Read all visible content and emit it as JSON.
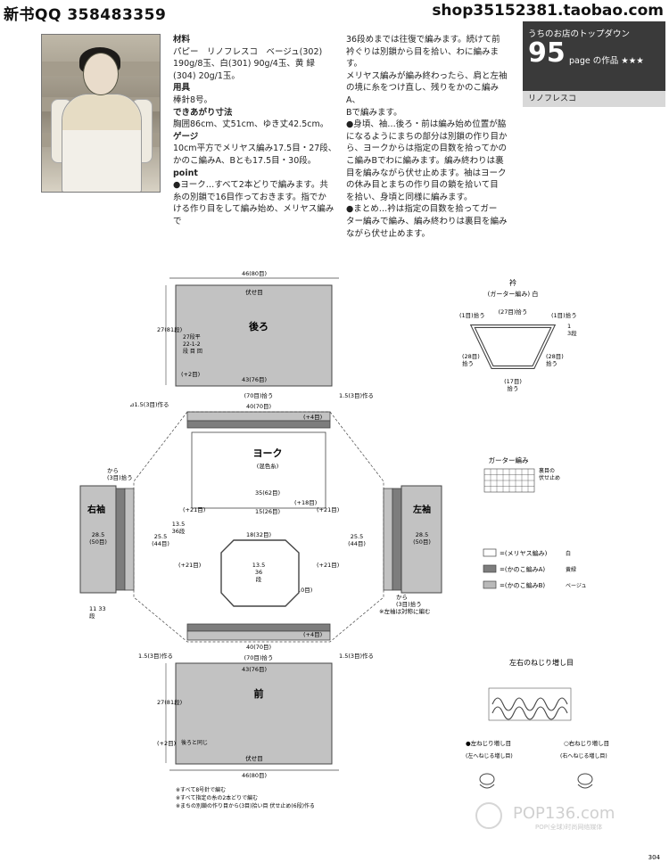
{
  "header": {
    "left": "新书QQ 358483359",
    "right": "shop35152381.taobao.com"
  },
  "badge": {
    "title": "うちのお店のトップダウン",
    "number": "95",
    "suffix": "page の作品 ★★★"
  },
  "strip": "リノフレスコ",
  "col1": [
    {
      "h": true,
      "t": "材料"
    },
    {
      "h": false,
      "t": "パピー　リノフレスコ　ベージュ(302)"
    },
    {
      "h": false,
      "t": "190g/8玉、白(301) 90g/4玉、黄 緑"
    },
    {
      "h": false,
      "t": "(304) 20g/1玉。"
    },
    {
      "h": true,
      "t": "用具"
    },
    {
      "h": false,
      "t": "棒針8号。"
    },
    {
      "h": true,
      "t": "できあがり寸法"
    },
    {
      "h": false,
      "t": "胸囲86cm、丈51cm、ゆき丈42.5cm。"
    },
    {
      "h": true,
      "t": "ゲージ"
    },
    {
      "h": false,
      "t": "10cm平方でメリヤス編み17.5目・27段、"
    },
    {
      "h": false,
      "t": "かのこ編みA、Bとも17.5目・30段。"
    },
    {
      "h": true,
      "t": "point"
    },
    {
      "h": false,
      "t": "●ヨーク…すべて2本どりで編みます。共"
    },
    {
      "h": false,
      "t": "糸の別鎖で16目作っておきます。指でか"
    },
    {
      "h": false,
      "t": "ける作り目をして編み始め、メリヤス編みで"
    }
  ],
  "col2": [
    "36段めまでは往復で編みます。続けて前",
    "衿ぐりは別鎖から目を拾い、わに編みます。",
    "メリヤス編みが編み終わったら、肩と左袖",
    "の境に糸をつけ直し、残りをかのこ編みA、",
    "Bで編みます。",
    "●身頃、袖…後ろ・前は編み始め位置が脇",
    "になるようにまちの部分は別鎖の作り目か",
    "ら、ヨークからは指定の目数を拾ってかの",
    "こ編みBでわに編みます。編み終わりは裏",
    "目を編みながら伏せ止めます。袖はヨーク",
    "の休み目とまちの作り目の鎖を拾いて目",
    "を拾い、身頃と同様に編みます。",
    "●まとめ…衿は指定の目数を拾ってガー",
    "ター編みで編み、編み終わりは裏目を編み",
    "ながら伏せ止めます。"
  ],
  "diagram": {
    "back": "後ろ",
    "front": "前",
    "yoke": "ヨーク",
    "yoke_sub": "(混色糸)",
    "right_sleeve": "右袖",
    "left_sleeve": "左袖",
    "back_top": "46(80目)",
    "back_bind": "伏せ目",
    "back_bottom": "43(76目)",
    "back_rows": "27(81段)",
    "back_note": "27段平\n22-1-2\n段 目 回",
    "plus2": "(+2目)",
    "pick70": "(70目)拾う",
    "w40": "40(70目)",
    "plus4": "(+4目)",
    "side15_left": "⊿1.5(3目)作る",
    "side15_right": "1.5(3目)作る",
    "h35": "35(62目)",
    "h15": "15(26目)",
    "h18": "18(32目)",
    "h135": "13.5\n36\n段",
    "plus18": "(+18目)",
    "plus21": "(+21目)",
    "plus10": "(+10目)",
    "sleeve_w": "28.5\n(50目)",
    "sleeve_255": "25.5\n(44目)",
    "sleeve_135": "13.5\n36段",
    "sleeve_from": "から\n(3目)拾う",
    "sleeve_11": "11 33\n段",
    "front_top": "46(80目)",
    "front_bottom": "43(76目)",
    "front_rows": "27(81段)",
    "front_note": "後ろと同じ",
    "plus2f": "(+2目)",
    "front_bind": "伏せ目",
    "mirror_note": "※左袖は対称に編む",
    "notes": "※すべて8号針で編む\n※すべて指定の糸の2本どりで編む\n※まちの別鎖の作り目から(3目)拾い目 伏せ止め(6段)作る"
  },
  "collar": {
    "title": "衿",
    "sub": "(ガーター編み) 白",
    "pick27": "(27目)拾う",
    "one_left": "(1目)拾う",
    "one_right": "(1目)拾う",
    "r28_left": "(28目)\n拾う",
    "r28_right": "(28目)\n拾う",
    "pick17": "(17目)\n拾う",
    "side13": "1\n3段"
  },
  "garter": {
    "title": "ガーター編み",
    "note": "裏目の\n伏せ止め"
  },
  "legend": [
    {
      "label": "=(メリヤス編み)",
      "sub": "白",
      "color": "#ffffff"
    },
    {
      "label": "=(かのこ編みA)",
      "sub": "黄緑",
      "color": "#7d7d7d"
    },
    {
      "label": "=(かのこ編みB)",
      "sub": "ベージュ",
      "color": "#b9b9b9"
    }
  ],
  "twist": {
    "title": "左右のねじり増し目",
    "left_label": "●左ねじり増し目",
    "left_sub": "(左へねじる増し目)",
    "right_label": "○右ねじり増し目",
    "right_sub": "(右へねじる増し目)"
  },
  "watermark": {
    "main": "POP136.com",
    "sub": "POP(全球)时尚网络媒体"
  },
  "page_number": "304"
}
